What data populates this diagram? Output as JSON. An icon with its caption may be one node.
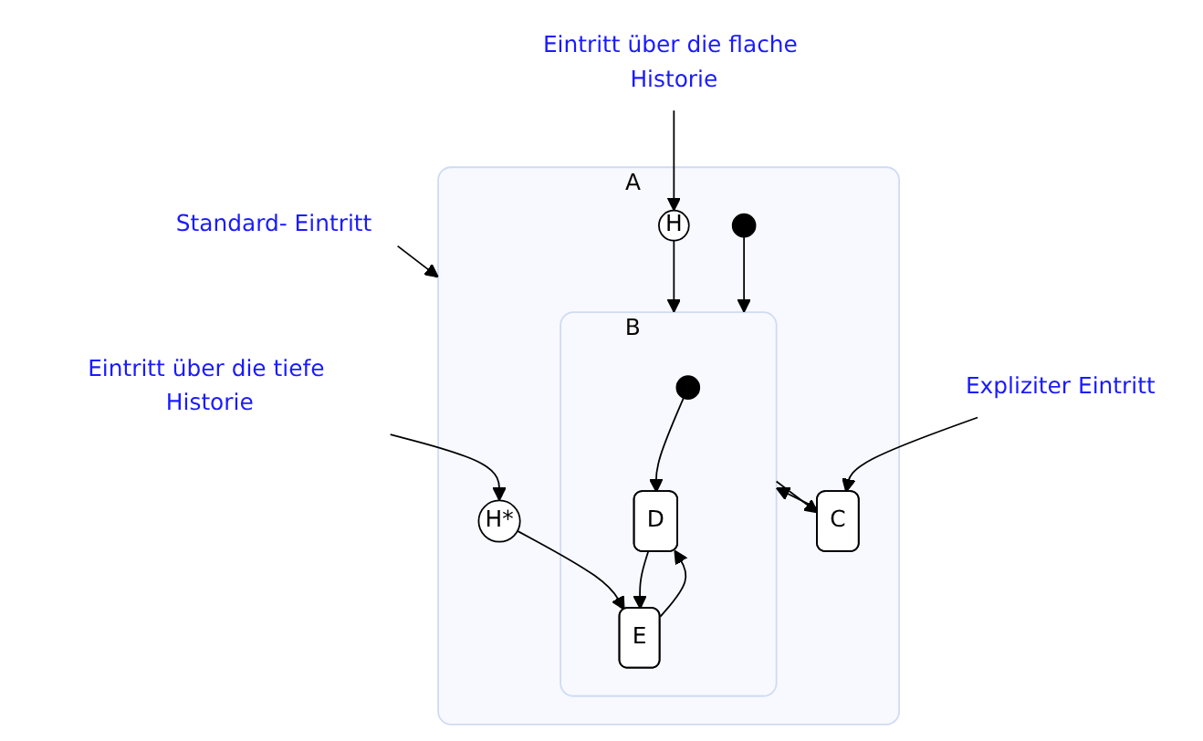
{
  "diagram": {
    "nodes": [
      {
        "text": [
          "Eintritt über die flache Historie"
        ]
      },
      {
        "text": [
          "Eintritt über die tiefe Historie"
        ]
      },
      {
        "text": [
          "A"
        ]
      },
      {
        "text": [
          "H"
        ],
        "in": 2
      },
      {
        "text": [
          "H*"
        ],
        "in": 2
      },
      {
        "text": [
          "Standard- Eintritt"
        ]
      },
      {
        "text": [],
        "shape": "circle",
        "in": 2
      },
      {
        "text": [
          "B"
        ],
        "in": 2
      },
      {
        "text": [],
        "shape": "circle",
        "in": 7
      },
      {
        "text": [
          "D"
        ],
        "in": 7
      },
      {
        "text": [
          "E"
        ],
        "in": 7
      },
      {
        "text": [
          "Expliziter Eintritt"
        ]
      },
      {
        "text": [
          "C"
        ],
        "in": 2
      }
    ],
    "edges": [
      {
        "from": 0,
        "to": 3,
        "arrow": "to"
      },
      {
        "from": 1,
        "to": 4,
        "arrow": "to"
      },
      {
        "from": 5,
        "to": 2,
        "arrow": "to"
      },
      {
        "from": 3,
        "to": 7,
        "arrow": "to"
      },
      {
        "from": 4,
        "to": 10,
        "arrow": "to"
      },
      {
        "from": 6,
        "to": 7,
        "arrow": "to"
      },
      {
        "from": 8,
        "to": 9,
        "arrow": "to"
      },
      {
        "from": 9,
        "to": 10,
        "arrow": "to"
      },
      {
        "from": 10,
        "to": 9,
        "arrow": "to"
      },
      {
        "from": 7,
        "to": 12,
        "arrow": "to"
      },
      {
        "from": 12,
        "to": 7,
        "arrow": "to"
      },
      {
        "from": 11,
        "to": 12,
        "arrow": "to"
      }
    ]
  }
}
